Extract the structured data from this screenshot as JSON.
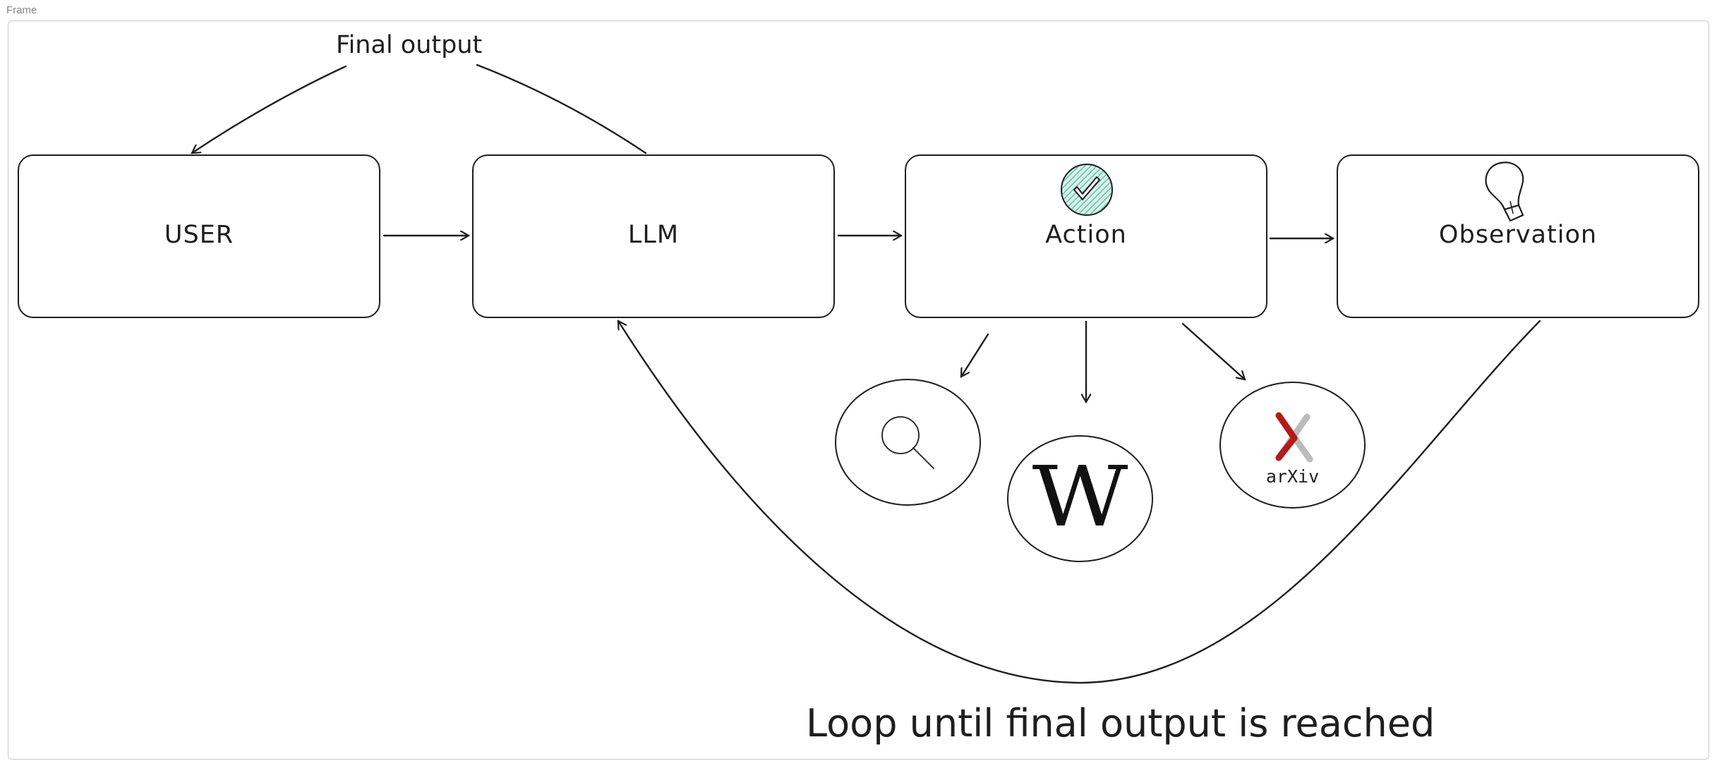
{
  "frame": {
    "label": "Frame"
  },
  "nodes": {
    "user": "USER",
    "llm": "LLM",
    "action": "Action",
    "observation": "Observation"
  },
  "tools": {
    "wikipedia_glyph": "W",
    "arxiv_text": "arXiv"
  },
  "labels": {
    "final_output": "Final output",
    "loop": "Loop until final output is reached"
  },
  "icons": [
    "check-icon",
    "lightbulb-icon",
    "search-icon",
    "wikipedia-icon",
    "arxiv-icon"
  ],
  "colors": {
    "stroke": "#1e1e1e",
    "check_fill": "#63c2a6",
    "arxiv_red": "#b31b1b",
    "arxiv_gray": "#bbbbbb"
  }
}
